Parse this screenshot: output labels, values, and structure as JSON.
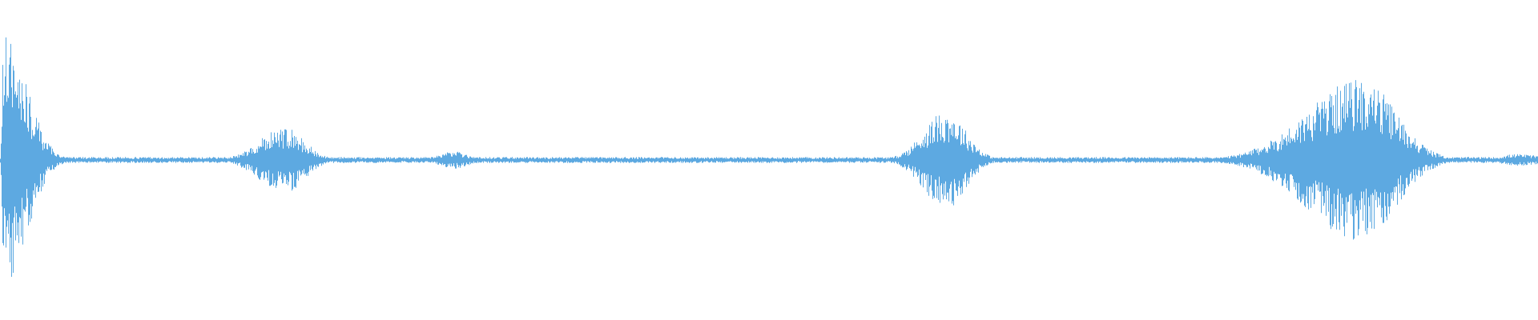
{
  "waveform": {
    "color": "#5DA9E1",
    "background": "#FFFFFF",
    "baseline_amplitude": 0.02,
    "events": [
      {
        "position": 0.002,
        "amplitude": 0.86
      },
      {
        "position": 0.185,
        "amplitude": 0.22
      },
      {
        "position": 0.295,
        "amplitude": 0.06
      },
      {
        "position": 0.615,
        "amplitude": 0.33
      },
      {
        "position": 0.885,
        "amplitude": 0.55
      },
      {
        "position": 0.985,
        "amplitude": 0.04
      }
    ]
  }
}
